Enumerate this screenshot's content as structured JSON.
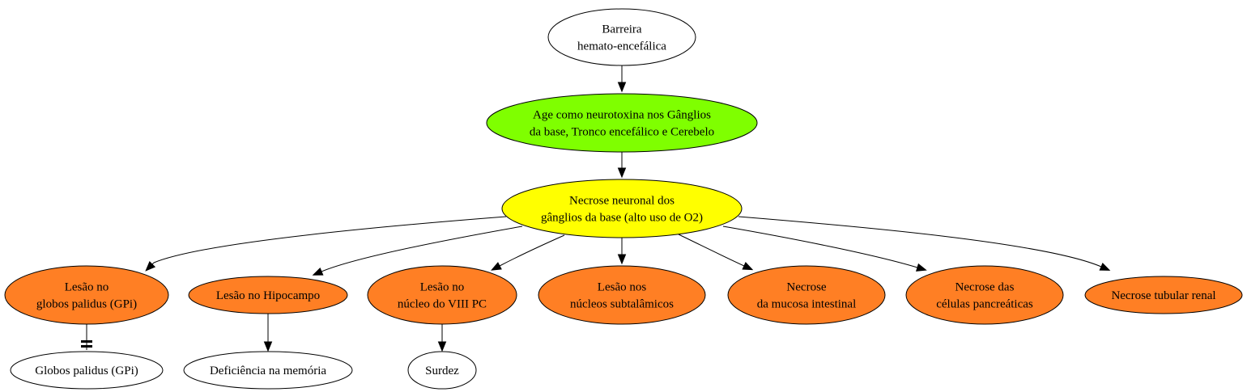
{
  "colors": {
    "white": "#ffffff",
    "green": "#7fff00",
    "yellow": "#ffff00",
    "orange": "#ff7f24",
    "stroke": "#000000"
  },
  "nodes": {
    "barreira": {
      "lines": [
        "Barreira",
        "hemato-encefálica"
      ],
      "fill": "white"
    },
    "neurotoxina": {
      "lines": [
        "Age como neurotoxina nos Gânglios",
        "da base, Tronco encefálico e Cerebelo"
      ],
      "fill": "green"
    },
    "necrose_neuronal": {
      "lines": [
        "Necrose neuronal dos",
        "gânglios da base (alto uso de O2)"
      ],
      "fill": "yellow"
    },
    "lesao_gpi": {
      "lines": [
        "Lesão no",
        "globos palidus (GPi)"
      ],
      "fill": "orange"
    },
    "lesao_hipocampo": {
      "lines": [
        "Lesão no Hipocampo"
      ],
      "fill": "orange"
    },
    "lesao_viii": {
      "lines": [
        "Lesão no",
        "núcleo do VIII PC"
      ],
      "fill": "orange"
    },
    "lesao_subtalamicos": {
      "lines": [
        "Lesão nos",
        "núcleos subtalâmicos"
      ],
      "fill": "orange"
    },
    "necrose_mucosa": {
      "lines": [
        "Necrose",
        "da mucosa intestinal"
      ],
      "fill": "orange"
    },
    "necrose_pancreaticas": {
      "lines": [
        "Necrose das",
        "células pancreáticas"
      ],
      "fill": "orange"
    },
    "necrose_renal": {
      "lines": [
        "Necrose tubular renal"
      ],
      "fill": "orange"
    },
    "globos_palidus": {
      "lines": [
        "Globos palidus (GPi)"
      ],
      "fill": "white"
    },
    "deficiencia": {
      "lines": [
        "Deficiência na memória"
      ],
      "fill": "white"
    },
    "surdez": {
      "lines": [
        "Surdez"
      ],
      "fill": "white"
    }
  },
  "edges": [
    {
      "from": "barreira",
      "to": "neurotoxina",
      "head": "arrow"
    },
    {
      "from": "neurotoxina",
      "to": "necrose_neuronal",
      "head": "arrow"
    },
    {
      "from": "necrose_neuronal",
      "to": "lesao_gpi",
      "head": "arrow"
    },
    {
      "from": "necrose_neuronal",
      "to": "lesao_hipocampo",
      "head": "arrow"
    },
    {
      "from": "necrose_neuronal",
      "to": "lesao_viii",
      "head": "arrow"
    },
    {
      "from": "necrose_neuronal",
      "to": "lesao_subtalamicos",
      "head": "arrow"
    },
    {
      "from": "necrose_neuronal",
      "to": "necrose_mucosa",
      "head": "arrow"
    },
    {
      "from": "necrose_neuronal",
      "to": "necrose_pancreaticas",
      "head": "arrow"
    },
    {
      "from": "necrose_neuronal",
      "to": "necrose_renal",
      "head": "arrow"
    },
    {
      "from": "lesao_gpi",
      "to": "globos_palidus",
      "head": "tee"
    },
    {
      "from": "lesao_hipocampo",
      "to": "deficiencia",
      "head": "arrow"
    },
    {
      "from": "lesao_viii",
      "to": "surdez",
      "head": "arrow"
    }
  ]
}
